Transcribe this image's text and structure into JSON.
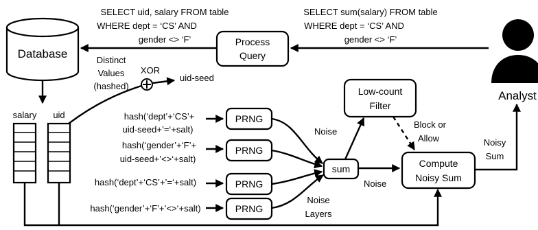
{
  "query_to_db": [
    "SELECT uid, salary FROM table",
    "WHERE dept = ‘CS’ AND",
    "gender <> ‘F’"
  ],
  "query_from_analyst": [
    "SELECT sum(salary) FROM table",
    "WHERE dept = ‘CS’ AND",
    "gender <> ‘F’"
  ],
  "database_label": "Database",
  "process_query": [
    "Process",
    "Query"
  ],
  "analyst_label": "Analyst",
  "distinct_values": [
    "Distinct",
    "Values",
    "(hashed)"
  ],
  "xor_label": "XOR",
  "xor_symbol": "+",
  "uid_seed": "uid-seed",
  "columns": [
    "salary",
    "uid"
  ],
  "hash_inputs": [
    [
      "hash(‘dept’+‘CS’+",
      "uid-seed+’=‘+salt)"
    ],
    [
      "hash(‘gender’+‘F’+",
      "uid-seed+’<>‘+salt)"
    ],
    [
      "hash(‘dept’+‘CS’+’=‘+salt)"
    ],
    [
      "hash(‘gender’+‘F’+’<>‘+salt)"
    ]
  ],
  "prng_label": "PRNG",
  "sum_label": "sum",
  "noise_label": "Noise",
  "noise_right_label": "Noise",
  "noise_layers": [
    "Noise",
    "Layers"
  ],
  "low_count_filter": [
    "Low-count",
    "Filter"
  ],
  "block_or_allow": [
    "Block or",
    "Allow"
  ],
  "compute_noisy_sum": [
    "Compute",
    "Noisy Sum"
  ],
  "noisy_sum": [
    "Noisy",
    "Sum"
  ]
}
